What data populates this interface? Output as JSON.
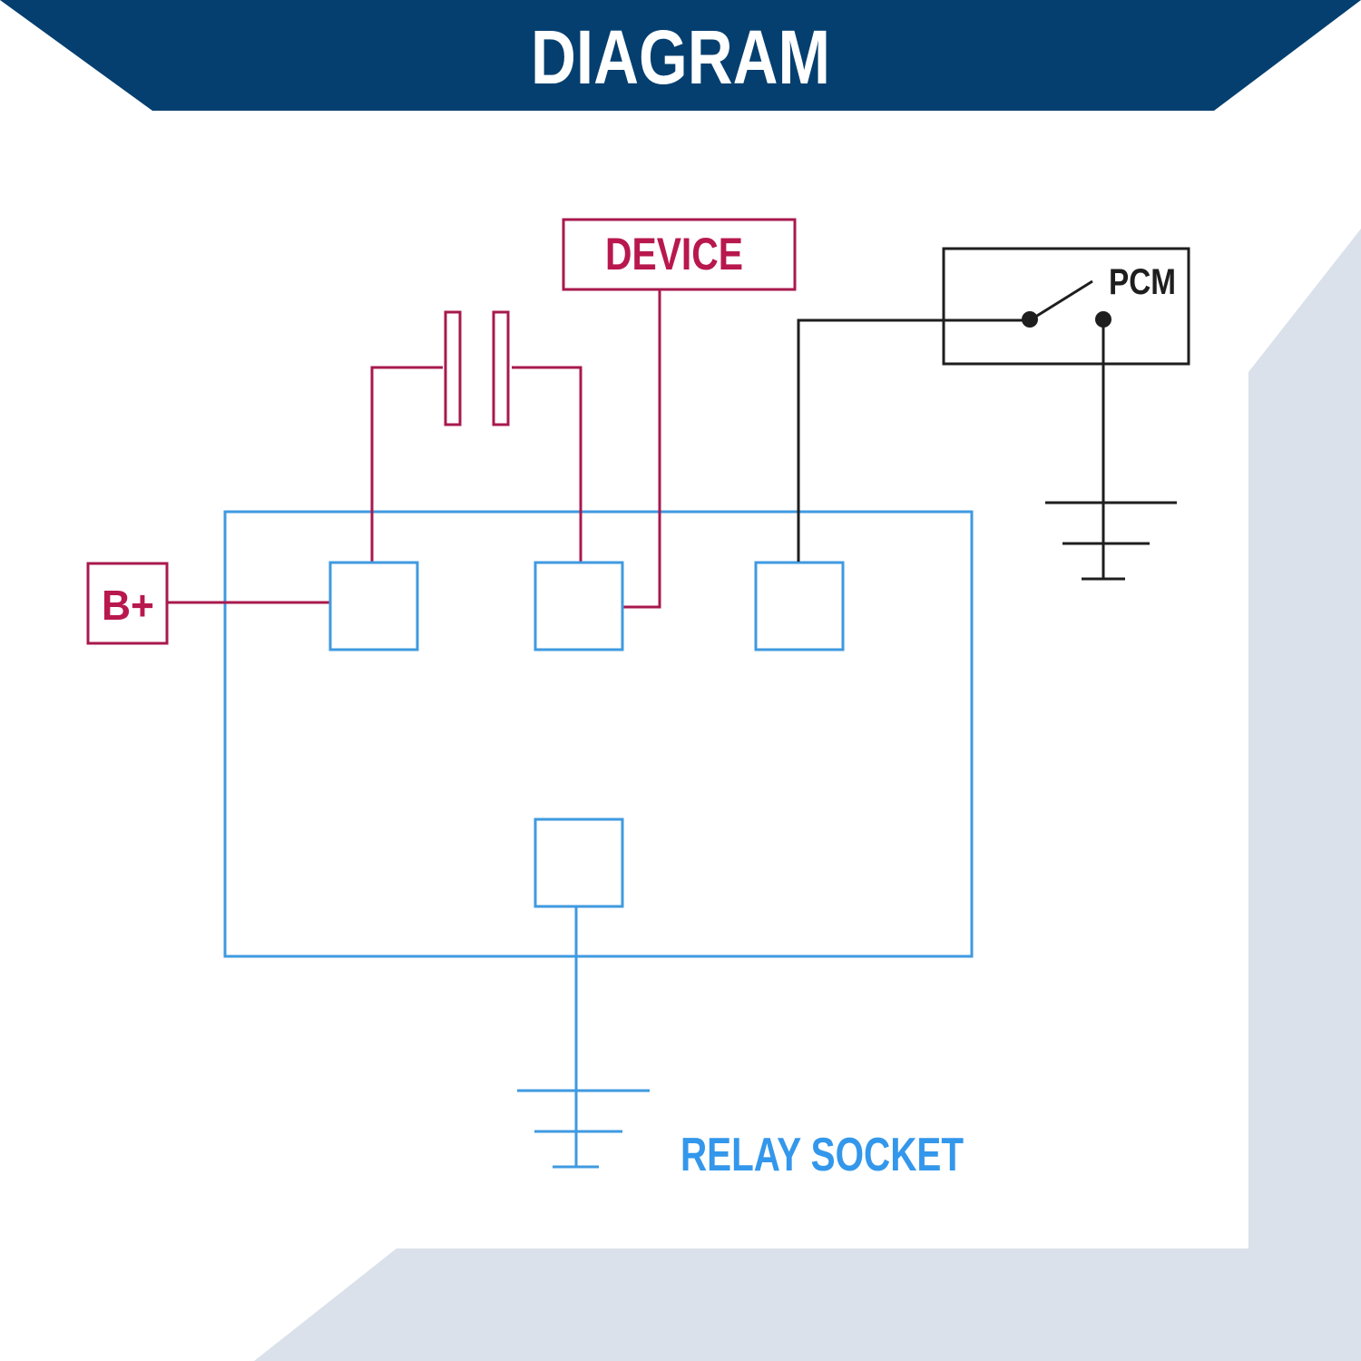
{
  "header": {
    "title": "DIAGRAM"
  },
  "colors": {
    "header_bg": "#043f6f",
    "header_text": "#ffffff",
    "decor_gray": "#dae1ea",
    "socket_blue": "#3f9ae0",
    "wire_red": "#a8194e",
    "wire_black": "#1e1e1e",
    "relay_label_blue": "#3397eb",
    "device_label_red": "#b8184e"
  },
  "diagram": {
    "device_label": "DEVICE",
    "battery_label": "B+",
    "pcm_label": "PCM",
    "socket_label": "RELAY SOCKET",
    "components": [
      {
        "name": "device-box",
        "type": "load"
      },
      {
        "name": "battery-positive",
        "type": "power-source"
      },
      {
        "name": "pcm-switch",
        "type": "switch",
        "state": "open"
      },
      {
        "name": "capacitor",
        "type": "relay-coil-symbol"
      },
      {
        "name": "relay-socket",
        "type": "socket",
        "terminals": 4
      },
      {
        "name": "socket-ground",
        "type": "ground"
      },
      {
        "name": "pcm-ground",
        "type": "ground"
      }
    ]
  }
}
